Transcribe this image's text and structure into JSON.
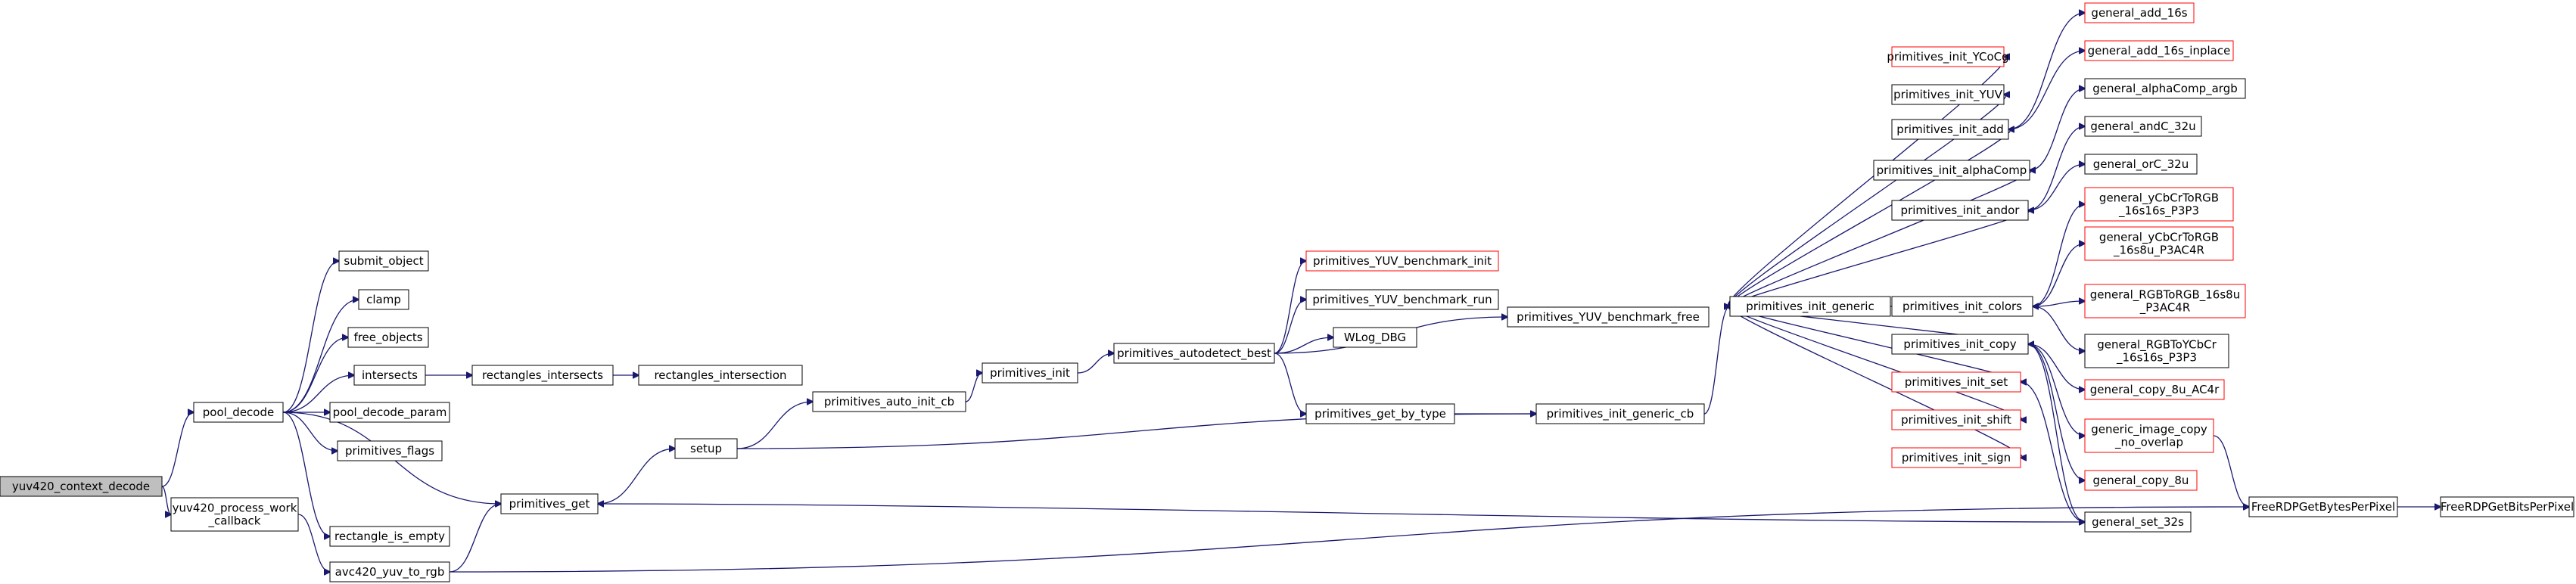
{
  "nodes": [
    {
      "id": "n0",
      "name": "node-yuv420-context-decode",
      "lines": [
        "yuv420_context_decode"
      ],
      "kind": "root"
    },
    {
      "id": "n1",
      "name": "node-pool-decode",
      "lines": [
        "pool_decode"
      ],
      "kind": "normal"
    },
    {
      "id": "n2",
      "name": "node-yuv420-process-work-callback",
      "lines": [
        "yuv420_process_work",
        "_callback"
      ],
      "kind": "normal"
    },
    {
      "id": "n3",
      "name": "node-submit-object",
      "lines": [
        "submit_object"
      ],
      "kind": "normal"
    },
    {
      "id": "n4",
      "name": "node-clamp",
      "lines": [
        "clamp"
      ],
      "kind": "normal"
    },
    {
      "id": "n5",
      "name": "node-free-objects",
      "lines": [
        "free_objects"
      ],
      "kind": "normal"
    },
    {
      "id": "n6",
      "name": "node-intersects",
      "lines": [
        "intersects"
      ],
      "kind": "normal"
    },
    {
      "id": "n7",
      "name": "node-pool-decode-param",
      "lines": [
        "pool_decode_param"
      ],
      "kind": "normal"
    },
    {
      "id": "n8",
      "name": "node-primitives-flags",
      "lines": [
        "primitives_flags"
      ],
      "kind": "normal"
    },
    {
      "id": "n9",
      "name": "node-primitives-get",
      "lines": [
        "primitives_get"
      ],
      "kind": "normal"
    },
    {
      "id": "n10",
      "name": "node-rectangle-is-empty",
      "lines": [
        "rectangle_is_empty"
      ],
      "kind": "normal"
    },
    {
      "id": "n11",
      "name": "node-avc420-yuv-to-rgb",
      "lines": [
        "avc420_yuv_to_rgb"
      ],
      "kind": "normal"
    },
    {
      "id": "n12",
      "name": "node-rectangles-intersects",
      "lines": [
        "rectangles_intersects"
      ],
      "kind": "normal"
    },
    {
      "id": "n13",
      "name": "node-rectangles-intersection",
      "lines": [
        "rectangles_intersection"
      ],
      "kind": "normal"
    },
    {
      "id": "n14",
      "name": "node-setup",
      "lines": [
        "setup"
      ],
      "kind": "normal"
    },
    {
      "id": "n15",
      "name": "node-primitives-auto-init-cb",
      "lines": [
        "primitives_auto_init_cb"
      ],
      "kind": "normal"
    },
    {
      "id": "n16",
      "name": "node-primitives-init",
      "lines": [
        "primitives_init"
      ],
      "kind": "normal"
    },
    {
      "id": "n17",
      "name": "node-primitives-autodetect-best",
      "lines": [
        "primitives_autodetect_best"
      ],
      "kind": "normal"
    },
    {
      "id": "n18",
      "name": "node-primitives-yuv-benchmark-init",
      "lines": [
        "primitives_YUV_benchmark_init"
      ],
      "kind": "trunc"
    },
    {
      "id": "n19",
      "name": "node-primitives-yuv-benchmark-run",
      "lines": [
        "primitives_YUV_benchmark_run"
      ],
      "kind": "normal"
    },
    {
      "id": "n20",
      "name": "node-wlog-dbg",
      "lines": [
        "WLog_DBG"
      ],
      "kind": "normal"
    },
    {
      "id": "n21",
      "name": "node-primitives-get-by-type",
      "lines": [
        "primitives_get_by_type"
      ],
      "kind": "normal"
    },
    {
      "id": "n22",
      "name": "node-primitives-yuv-benchmark-free",
      "lines": [
        "primitives_YUV_benchmark_free"
      ],
      "kind": "normal"
    },
    {
      "id": "n23",
      "name": "node-primitives-init-generic-cb",
      "lines": [
        "primitives_init_generic_cb"
      ],
      "kind": "normal"
    },
    {
      "id": "n24",
      "name": "node-primitives-init-generic",
      "lines": [
        "primitives_init_generic"
      ],
      "kind": "normal"
    },
    {
      "id": "n25",
      "name": "node-primitives-init-ycocg",
      "lines": [
        "primitives_init_YCoCg"
      ],
      "kind": "trunc"
    },
    {
      "id": "n26",
      "name": "node-primitives-init-yuv",
      "lines": [
        "primitives_init_YUV"
      ],
      "kind": "normal"
    },
    {
      "id": "n27",
      "name": "node-primitives-init-add",
      "lines": [
        "primitives_init_add"
      ],
      "kind": "normal"
    },
    {
      "id": "n28",
      "name": "node-primitives-init-alphacomp",
      "lines": [
        "primitives_init_alphaComp"
      ],
      "kind": "normal"
    },
    {
      "id": "n29",
      "name": "node-primitives-init-andor",
      "lines": [
        "primitives_init_andor"
      ],
      "kind": "normal"
    },
    {
      "id": "n30",
      "name": "node-primitives-init-colors",
      "lines": [
        "primitives_init_colors"
      ],
      "kind": "normal"
    },
    {
      "id": "n31",
      "name": "node-primitives-init-copy",
      "lines": [
        "primitives_init_copy"
      ],
      "kind": "normal"
    },
    {
      "id": "n32",
      "name": "node-primitives-init-set",
      "lines": [
        "primitives_init_set"
      ],
      "kind": "trunc"
    },
    {
      "id": "n33",
      "name": "node-primitives-init-shift",
      "lines": [
        "primitives_init_shift"
      ],
      "kind": "trunc"
    },
    {
      "id": "n34",
      "name": "node-primitives-init-sign",
      "lines": [
        "primitives_init_sign"
      ],
      "kind": "trunc"
    },
    {
      "id": "n35",
      "name": "node-general-add-16s",
      "lines": [
        "general_add_16s"
      ],
      "kind": "trunc"
    },
    {
      "id": "n36",
      "name": "node-general-add-16s-inplace",
      "lines": [
        "general_add_16s_inplace"
      ],
      "kind": "trunc"
    },
    {
      "id": "n37",
      "name": "node-general-alphacomp-argb",
      "lines": [
        "general_alphaComp_argb"
      ],
      "kind": "normal"
    },
    {
      "id": "n38",
      "name": "node-general-andc-32u",
      "lines": [
        "general_andC_32u"
      ],
      "kind": "normal"
    },
    {
      "id": "n39",
      "name": "node-general-orc-32u",
      "lines": [
        "general_orC_32u"
      ],
      "kind": "normal"
    },
    {
      "id": "n40",
      "name": "node-general-ycbcrtorgb-16s16s-p3p3",
      "lines": [
        "general_yCbCrToRGB",
        "_16s16s_P3P3"
      ],
      "kind": "trunc"
    },
    {
      "id": "n41",
      "name": "node-general-ycbcrtorgb-16s8u-p3ac4r",
      "lines": [
        "general_yCbCrToRGB",
        "_16s8u_P3AC4R"
      ],
      "kind": "trunc"
    },
    {
      "id": "n42",
      "name": "node-general-rgbtorgb-16s8u-p3ac4r",
      "lines": [
        "general_RGBToRGB_16s8u",
        "_P3AC4R"
      ],
      "kind": "trunc"
    },
    {
      "id": "n43",
      "name": "node-general-rgbtoycbcr-16s16s-p3p3",
      "lines": [
        "general_RGBToYCbCr",
        "_16s16s_P3P3"
      ],
      "kind": "normal"
    },
    {
      "id": "n44",
      "name": "node-general-copy-8u-ac4r",
      "lines": [
        "general_copy_8u_AC4r"
      ],
      "kind": "trunc"
    },
    {
      "id": "n45",
      "name": "node-generic-image-copy-no-overlap",
      "lines": [
        "generic_image_copy",
        "_no_overlap"
      ],
      "kind": "trunc"
    },
    {
      "id": "n46",
      "name": "node-general-copy-8u",
      "lines": [
        "general_copy_8u"
      ],
      "kind": "trunc"
    },
    {
      "id": "n47",
      "name": "node-general-set-32s",
      "lines": [
        "general_set_32s"
      ],
      "kind": "normal"
    },
    {
      "id": "n48",
      "name": "node-freerdpgetbytesperpixel",
      "lines": [
        "FreeRDPGetBytesPerPixel"
      ],
      "kind": "normal"
    },
    {
      "id": "n49",
      "name": "node-freerdpgetbitsperpixel",
      "lines": [
        "FreeRDPGetBitsPerPixel"
      ],
      "kind": "normal"
    }
  ],
  "edges": [
    [
      "n0",
      "n1"
    ],
    [
      "n0",
      "n2"
    ],
    [
      "n1",
      "n3"
    ],
    [
      "n1",
      "n4"
    ],
    [
      "n1",
      "n5"
    ],
    [
      "n1",
      "n6"
    ],
    [
      "n1",
      "n7"
    ],
    [
      "n1",
      "n8"
    ],
    [
      "n1",
      "n9"
    ],
    [
      "n1",
      "n10"
    ],
    [
      "n2",
      "n11"
    ],
    [
      "n6",
      "n12"
    ],
    [
      "n12",
      "n13"
    ],
    [
      "n9",
      "n14"
    ],
    [
      "n11",
      "n9"
    ],
    [
      "n11",
      "n48"
    ],
    [
      "n14",
      "n15"
    ],
    [
      "n14",
      "n23"
    ],
    [
      "n15",
      "n16"
    ],
    [
      "n16",
      "n17"
    ],
    [
      "n17",
      "n18"
    ],
    [
      "n17",
      "n19"
    ],
    [
      "n17",
      "n20"
    ],
    [
      "n17",
      "n21"
    ],
    [
      "n17",
      "n22"
    ],
    [
      "n21",
      "n23"
    ],
    [
      "n23",
      "n24"
    ],
    [
      "n24",
      "n25"
    ],
    [
      "n24",
      "n26"
    ],
    [
      "n24",
      "n27"
    ],
    [
      "n24",
      "n28"
    ],
    [
      "n24",
      "n29"
    ],
    [
      "n24",
      "n30"
    ],
    [
      "n24",
      "n31"
    ],
    [
      "n24",
      "n32"
    ],
    [
      "n24",
      "n33"
    ],
    [
      "n24",
      "n34"
    ],
    [
      "n27",
      "n35"
    ],
    [
      "n27",
      "n36"
    ],
    [
      "n28",
      "n37"
    ],
    [
      "n29",
      "n38"
    ],
    [
      "n29",
      "n39"
    ],
    [
      "n30",
      "n40"
    ],
    [
      "n30",
      "n41"
    ],
    [
      "n30",
      "n42"
    ],
    [
      "n30",
      "n43"
    ],
    [
      "n31",
      "n44"
    ],
    [
      "n31",
      "n45"
    ],
    [
      "n31",
      "n46"
    ],
    [
      "n31",
      "n47"
    ],
    [
      "n32",
      "n47"
    ],
    [
      "n47",
      "n9"
    ],
    [
      "n45",
      "n48"
    ],
    [
      "n48",
      "n49"
    ]
  ]
}
